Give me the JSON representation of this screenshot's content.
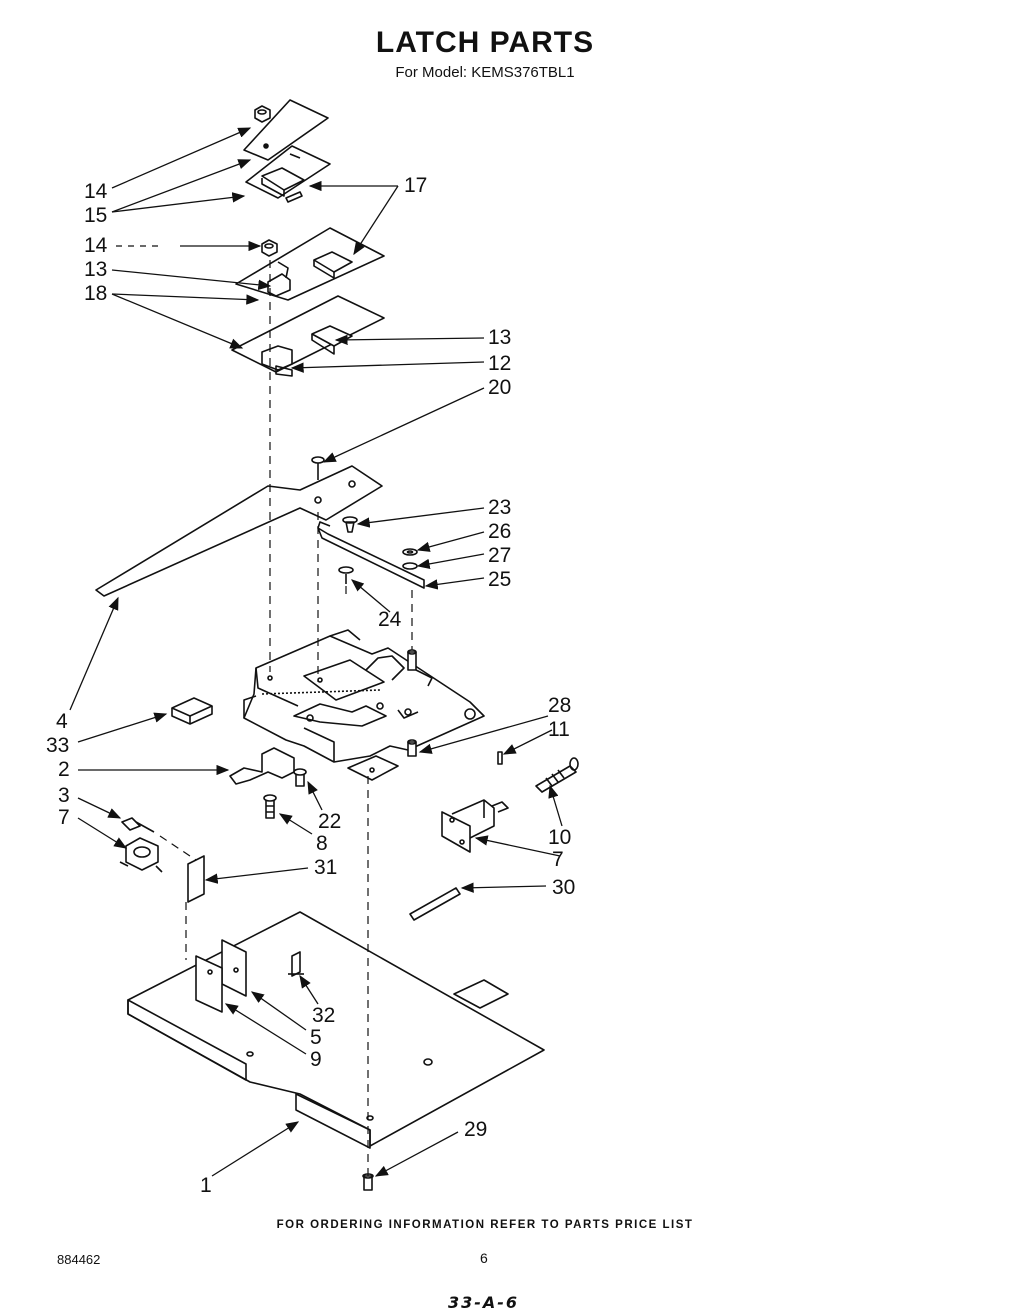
{
  "header": {
    "title": "LATCH PARTS",
    "subtitle": "For Model: KEMS376TBL1"
  },
  "callouts": [
    {
      "id": "c14a",
      "label": "14"
    },
    {
      "id": "c15",
      "label": "15"
    },
    {
      "id": "c17",
      "label": "17"
    },
    {
      "id": "c14b",
      "label": "14"
    },
    {
      "id": "c13a",
      "label": "13"
    },
    {
      "id": "c18",
      "label": "18"
    },
    {
      "id": "c13b",
      "label": "13"
    },
    {
      "id": "c12",
      "label": "12"
    },
    {
      "id": "c20",
      "label": "20"
    },
    {
      "id": "c23",
      "label": "23"
    },
    {
      "id": "c26",
      "label": "26"
    },
    {
      "id": "c27",
      "label": "27"
    },
    {
      "id": "c25",
      "label": "25"
    },
    {
      "id": "c24",
      "label": "24"
    },
    {
      "id": "c4",
      "label": "4"
    },
    {
      "id": "c33",
      "label": "33"
    },
    {
      "id": "c28",
      "label": "28"
    },
    {
      "id": "c11",
      "label": "11"
    },
    {
      "id": "c2",
      "label": "2"
    },
    {
      "id": "c3",
      "label": "3"
    },
    {
      "id": "c7a",
      "label": "7"
    },
    {
      "id": "c22",
      "label": "22"
    },
    {
      "id": "c8",
      "label": "8"
    },
    {
      "id": "c10",
      "label": "10"
    },
    {
      "id": "c7b",
      "label": "7"
    },
    {
      "id": "c31",
      "label": "31"
    },
    {
      "id": "c30",
      "label": "30"
    },
    {
      "id": "c32",
      "label": "32"
    },
    {
      "id": "c5",
      "label": "5"
    },
    {
      "id": "c9",
      "label": "9"
    },
    {
      "id": "c29",
      "label": "29"
    },
    {
      "id": "c1",
      "label": "1"
    }
  ],
  "footer": {
    "note": "FOR ORDERING INFORMATION REFER TO PARTS PRICE LIST",
    "doc_number": "884462",
    "page_number": "6",
    "handwritten": "33-A-6"
  }
}
